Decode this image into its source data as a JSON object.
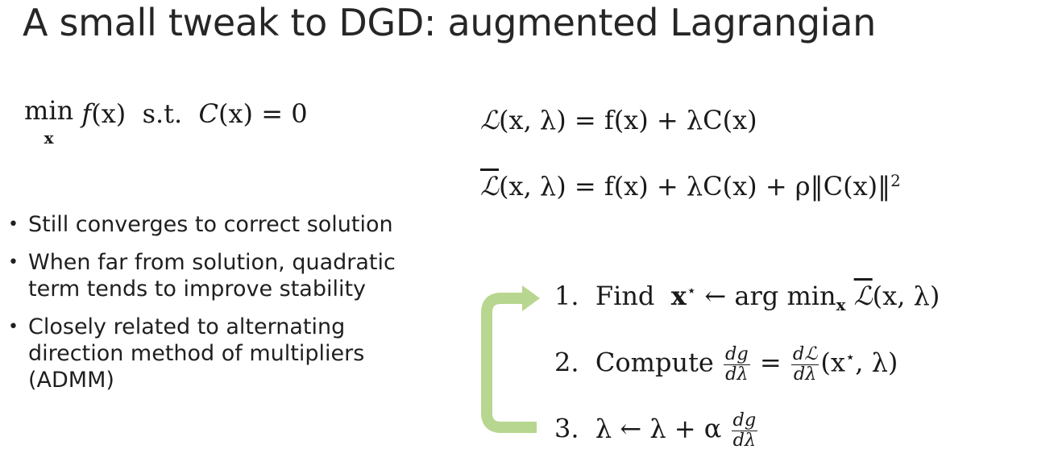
{
  "slide": {
    "title": "A small tweak to DGD: augmented Lagrangian"
  },
  "equations": {
    "problem": {
      "min": "min",
      "var": "x",
      "obj_f": "f",
      "obj_arg": "(x)",
      "st": "s.t.",
      "constraint_C": "C",
      "constraint_rest": "(x) = 0"
    },
    "lagrangian": {
      "lhs_symbol": "ℒ",
      "lhs_args": "(x, λ) = ",
      "rhs": "f(x) + λC(x)"
    },
    "augmented_lagrangian": {
      "lhs_symbol": "ℒ",
      "lhs_args": "(x, λ) = ",
      "rhs": "f(x) + λC(x) + ρ‖C(x)‖",
      "exponent": "2"
    }
  },
  "bullets": [
    "Still converges to correct solution",
    "When far from solution, quadratic term tends to improve stability",
    "Closely related to alternating direction method of multipliers (ADMM)"
  ],
  "steps": [
    {
      "number": "1.",
      "label": "Find",
      "body": "x",
      "star": "⋆",
      "rest": " ← arg min",
      "sub": "x",
      "tail_symbol": "ℒ",
      "tail": "(x, λ)"
    },
    {
      "number": "2.",
      "label": "Compute",
      "frac1_num": "dg",
      "frac1_den": "dλ",
      "eq": "=",
      "frac2_num": "dℒ",
      "frac2_den": "dλ",
      "tail": "(x",
      "star": "⋆",
      "tail2": ", λ)"
    },
    {
      "number": "3.",
      "label": "λ ← λ + α",
      "frac_num": "dg",
      "frac_den": "dλ"
    }
  ],
  "colors": {
    "loop_arrow": "#b7d68f",
    "text": "#1a1a1a"
  }
}
